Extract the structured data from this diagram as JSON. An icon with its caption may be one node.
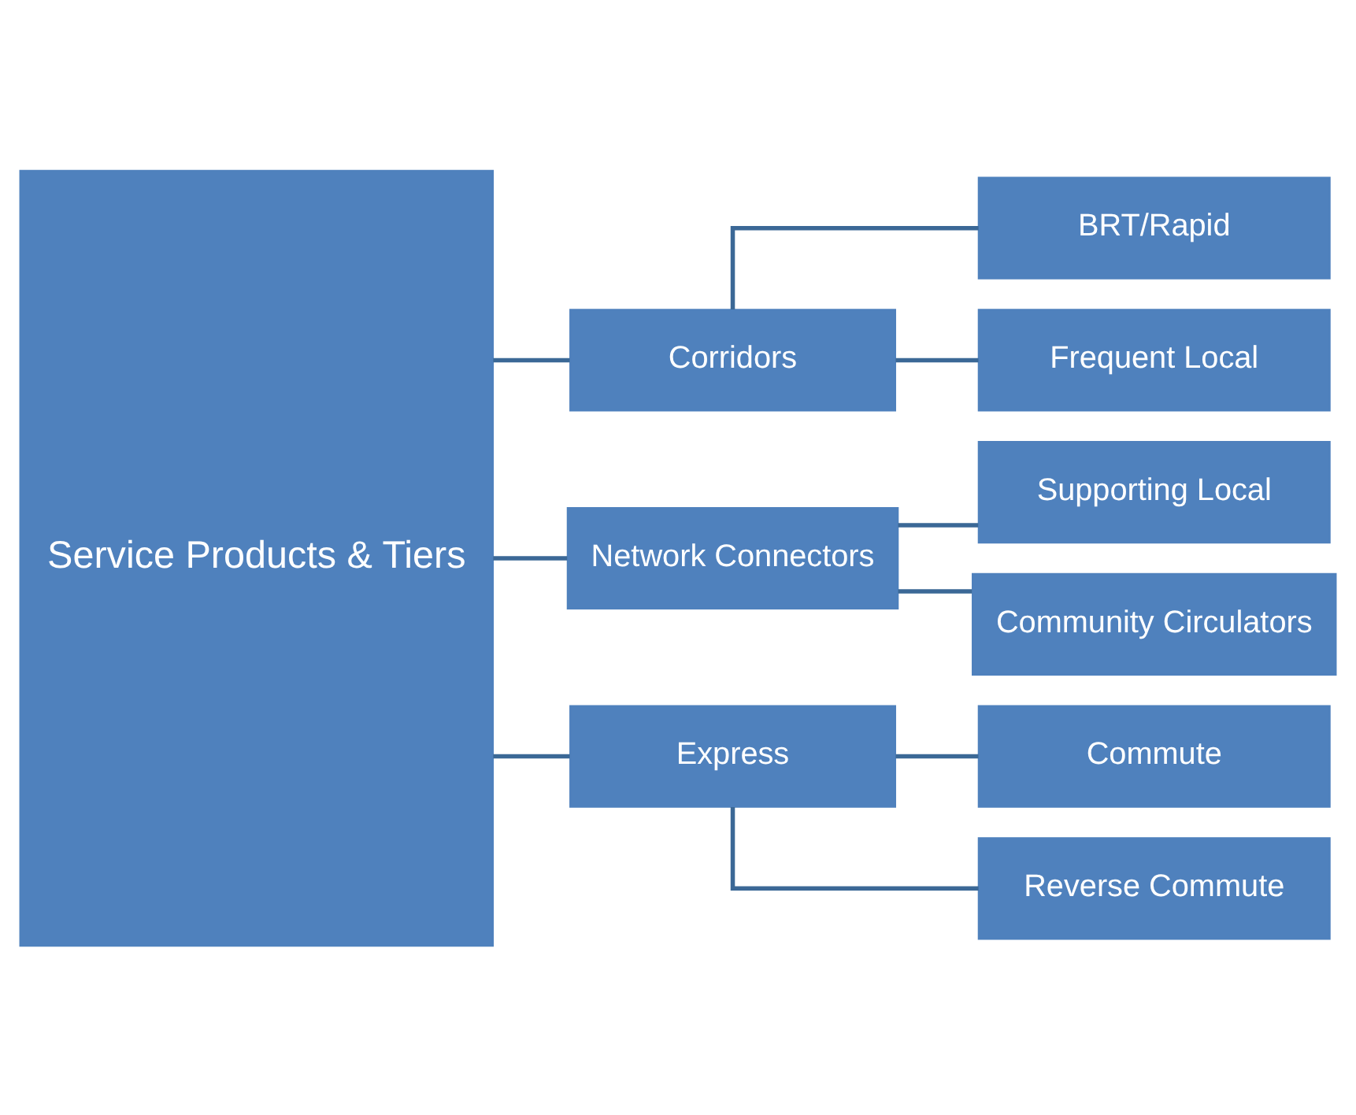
{
  "diagram": {
    "nodes": [
      {
        "text": [
          "Service Products & Tiers"
        ]
      },
      {
        "text": [
          "Corridors"
        ]
      },
      {
        "text": [
          "BRT/Rapid"
        ]
      },
      {
        "text": [
          "Frequent Local"
        ]
      },
      {
        "text": [
          "Network Connectors"
        ]
      },
      {
        "text": [
          "Supporting Local"
        ]
      },
      {
        "text": [
          "Community Circulators"
        ]
      },
      {
        "text": [
          "Express"
        ]
      },
      {
        "text": [
          "Commute"
        ]
      },
      {
        "text": [
          "Reverse Commute"
        ]
      }
    ],
    "edges": [
      {
        "from": 0,
        "to": 1,
        "arrow": "none"
      },
      {
        "from": 0,
        "to": 4,
        "arrow": "none"
      },
      {
        "from": 0,
        "to": 7,
        "arrow": "none"
      },
      {
        "from": 1,
        "to": 2,
        "arrow": "none"
      },
      {
        "from": 1,
        "to": 3,
        "arrow": "none"
      },
      {
        "from": 4,
        "to": 5,
        "arrow": "none"
      },
      {
        "from": 4,
        "to": 6,
        "arrow": "none"
      },
      {
        "from": 7,
        "to": 8,
        "arrow": "none"
      },
      {
        "from": 7,
        "to": 9,
        "arrow": "none"
      }
    ]
  }
}
